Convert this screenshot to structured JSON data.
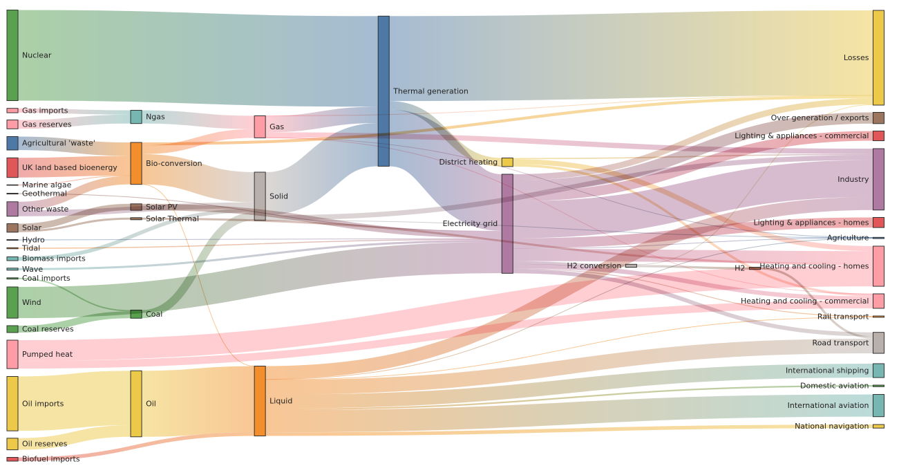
{
  "chart_data": {
    "type": "sankey",
    "title": "",
    "palette": {
      "blue": "#4e79a7",
      "orange": "#f28e2c",
      "red": "#e15759",
      "teal": "#76b7b2",
      "green": "#59a14f",
      "yellow": "#edc949",
      "purple": "#af7aa1",
      "pink": "#ff9da7",
      "brown": "#9c755f",
      "grey": "#bab0ab"
    },
    "nodes": [
      {
        "name": "Agricultural 'waste'",
        "color": "#4e79a7"
      },
      {
        "name": "Bio-conversion",
        "color": "#f28e2c"
      },
      {
        "name": "Liquid",
        "color": "#f28e2c"
      },
      {
        "name": "Losses",
        "color": "#edc949"
      },
      {
        "name": "Solid",
        "color": "#bab0ab"
      },
      {
        "name": "Gas",
        "color": "#ff9da7"
      },
      {
        "name": "Biofuel imports",
        "color": "#e15759"
      },
      {
        "name": "Biomass imports",
        "color": "#76b7b2"
      },
      {
        "name": "Coal imports",
        "color": "#59a14f"
      },
      {
        "name": "Coal",
        "color": "#59a14f"
      },
      {
        "name": "Coal reserves",
        "color": "#59a14f"
      },
      {
        "name": "District heating",
        "color": "#edc949"
      },
      {
        "name": "Industry",
        "color": "#af7aa1"
      },
      {
        "name": "Heating and cooling - commercial",
        "color": "#ff9da7"
      },
      {
        "name": "Heating and cooling - homes",
        "color": "#ff9da7"
      },
      {
        "name": "Electricity grid",
        "color": "#af7aa1"
      },
      {
        "name": "Over generation / exports",
        "color": "#9c755f"
      },
      {
        "name": "H2 conversion",
        "color": "#bab0ab"
      },
      {
        "name": "Road transport",
        "color": "#bab0ab"
      },
      {
        "name": "Agriculture",
        "color": "#4e79a7"
      },
      {
        "name": "Rail transport",
        "color": "#f28e2c"
      },
      {
        "name": "Lighting & appliances - commercial",
        "color": "#e15759"
      },
      {
        "name": "Lighting & appliances - homes",
        "color": "#e15759"
      },
      {
        "name": "Gas imports",
        "color": "#ff9da7"
      },
      {
        "name": "Ngas",
        "color": "#76b7b2"
      },
      {
        "name": "Gas reserves",
        "color": "#ff9da7"
      },
      {
        "name": "Thermal generation",
        "color": "#4e79a7"
      },
      {
        "name": "Geothermal",
        "color": "#9c755f"
      },
      {
        "name": "H2",
        "color": "#9c755f"
      },
      {
        "name": "Hydro",
        "color": "#4e79a7"
      },
      {
        "name": "International shipping",
        "color": "#76b7b2"
      },
      {
        "name": "Domestic aviation",
        "color": "#59a14f"
      },
      {
        "name": "International aviation",
        "color": "#76b7b2"
      },
      {
        "name": "National navigation",
        "color": "#edc949"
      },
      {
        "name": "Marine algae",
        "color": "#e15759"
      },
      {
        "name": "Nuclear",
        "color": "#59a14f"
      },
      {
        "name": "Oil imports",
        "color": "#edc949"
      },
      {
        "name": "Oil",
        "color": "#edc949"
      },
      {
        "name": "Oil reserves",
        "color": "#edc949"
      },
      {
        "name": "Other waste",
        "color": "#af7aa1"
      },
      {
        "name": "Pumped heat",
        "color": "#ff9da7"
      },
      {
        "name": "Solar PV",
        "color": "#9c755f"
      },
      {
        "name": "Solar Thermal",
        "color": "#9c755f"
      },
      {
        "name": "Solar",
        "color": "#9c755f"
      },
      {
        "name": "Tidal",
        "color": "#f28e2c"
      },
      {
        "name": "UK land based bioenergy",
        "color": "#e15759"
      },
      {
        "name": "Wave",
        "color": "#76b7b2"
      },
      {
        "name": "Wind",
        "color": "#59a14f"
      }
    ],
    "links": [
      {
        "source": 0,
        "target": 1,
        "value": 124.729
      },
      {
        "source": 1,
        "target": 2,
        "value": 0.597
      },
      {
        "source": 1,
        "target": 3,
        "value": 26.862
      },
      {
        "source": 1,
        "target": 4,
        "value": 280.322
      },
      {
        "source": 1,
        "target": 5,
        "value": 81.144
      },
      {
        "source": 6,
        "target": 2,
        "value": 35
      },
      {
        "source": 7,
        "target": 4,
        "value": 35
      },
      {
        "source": 8,
        "target": 9,
        "value": 11.606
      },
      {
        "source": 10,
        "target": 9,
        "value": 63.965
      },
      {
        "source": 9,
        "target": 4,
        "value": 75.571
      },
      {
        "source": 11,
        "target": 12,
        "value": 10.639
      },
      {
        "source": 11,
        "target": 13,
        "value": 22.505
      },
      {
        "source": 11,
        "target": 14,
        "value": 46.184
      },
      {
        "source": 15,
        "target": 16,
        "value": 104.453
      },
      {
        "source": 15,
        "target": 14,
        "value": 113.726
      },
      {
        "source": 15,
        "target": 17,
        "value": 27.14
      },
      {
        "source": 15,
        "target": 12,
        "value": 342.165
      },
      {
        "source": 15,
        "target": 18,
        "value": 37.797
      },
      {
        "source": 15,
        "target": 19,
        "value": 4.412
      },
      {
        "source": 15,
        "target": 13,
        "value": 40.858
      },
      {
        "source": 15,
        "target": 3,
        "value": 56.691
      },
      {
        "source": 15,
        "target": 20,
        "value": 7.863
      },
      {
        "source": 15,
        "target": 21,
        "value": 90.008
      },
      {
        "source": 15,
        "target": 22,
        "value": 93.494
      },
      {
        "source": 23,
        "target": 24,
        "value": 40.719
      },
      {
        "source": 25,
        "target": 24,
        "value": 82.233
      },
      {
        "source": 5,
        "target": 13,
        "value": 0.129
      },
      {
        "source": 5,
        "target": 3,
        "value": 1.401
      },
      {
        "source": 5,
        "target": 26,
        "value": 151.891
      },
      {
        "source": 5,
        "target": 19,
        "value": 2.096
      },
      {
        "source": 5,
        "target": 12,
        "value": 48.58
      },
      {
        "source": 27,
        "target": 15,
        "value": 7.013
      },
      {
        "source": 17,
        "target": 28,
        "value": 20.897
      },
      {
        "source": 17,
        "target": 3,
        "value": 6.242
      },
      {
        "source": 28,
        "target": 18,
        "value": 20.897
      },
      {
        "source": 29,
        "target": 15,
        "value": 6.995
      },
      {
        "source": 2,
        "target": 12,
        "value": 121.066
      },
      {
        "source": 2,
        "target": 30,
        "value": 128.69
      },
      {
        "source": 2,
        "target": 18,
        "value": 135.835
      },
      {
        "source": 2,
        "target": 31,
        "value": 14.458
      },
      {
        "source": 2,
        "target": 32,
        "value": 206.267
      },
      {
        "source": 2,
        "target": 19,
        "value": 3.64
      },
      {
        "source": 2,
        "target": 33,
        "value": 33.218
      },
      {
        "source": 2,
        "target": 20,
        "value": 4.413
      },
      {
        "source": 34,
        "target": 1,
        "value": 4.375
      },
      {
        "source": 24,
        "target": 5,
        "value": 122.952
      },
      {
        "source": 35,
        "target": 26,
        "value": 839.978
      },
      {
        "source": 36,
        "target": 37,
        "value": 504.287
      },
      {
        "source": 38,
        "target": 37,
        "value": 107.703
      },
      {
        "source": 37,
        "target": 2,
        "value": 611.99
      },
      {
        "source": 39,
        "target": 4,
        "value": 56.587
      },
      {
        "source": 39,
        "target": 1,
        "value": 77.81
      },
      {
        "source": 40,
        "target": 14,
        "value": 193.026
      },
      {
        "source": 40,
        "target": 13,
        "value": 70.672
      },
      {
        "source": 41,
        "target": 15,
        "value": 59.901
      },
      {
        "source": 42,
        "target": 14,
        "value": 19.263
      },
      {
        "source": 43,
        "target": 42,
        "value": 19.263
      },
      {
        "source": 43,
        "target": 41,
        "value": 59.901
      },
      {
        "source": 4,
        "target": 19,
        "value": 0.882
      },
      {
        "source": 4,
        "target": 26,
        "value": 400.12
      },
      {
        "source": 4,
        "target": 12,
        "value": 46.477
      },
      {
        "source": 26,
        "target": 15,
        "value": 525.531
      },
      {
        "source": 26,
        "target": 3,
        "value": 787.129
      },
      {
        "source": 26,
        "target": 11,
        "value": 79.329
      },
      {
        "source": 44,
        "target": 15,
        "value": 9.452
      },
      {
        "source": 45,
        "target": 1,
        "value": 182.01
      },
      {
        "source": 46,
        "target": 15,
        "value": 19.013
      },
      {
        "source": 47,
        "target": 15,
        "value": 289.366
      }
    ]
  }
}
